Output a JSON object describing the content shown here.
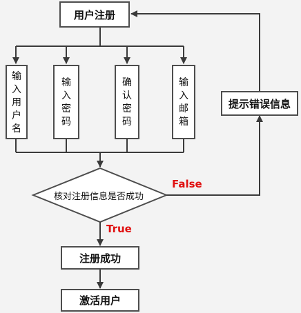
{
  "nodes": {
    "register_user": "用户注册",
    "input_username": [
      "输",
      "入",
      "用",
      "户",
      "名"
    ],
    "input_password": [
      "输",
      "入",
      "密",
      "码"
    ],
    "confirm_password": [
      "确",
      "认",
      "密",
      "码"
    ],
    "input_email": [
      "输",
      "入",
      "邮",
      "箱"
    ],
    "decision": "核对注册信息是否成功",
    "register_success": "注册成功",
    "activate_user": "激活用户",
    "error_prompt": "提示错误信息"
  },
  "edges": {
    "false_label": "False",
    "true_label": "True"
  },
  "colors": {
    "edge_label": "#e01010",
    "line": "#3a3a3a",
    "node_border": "#4d4d4d",
    "background": "#f3f3f3"
  }
}
